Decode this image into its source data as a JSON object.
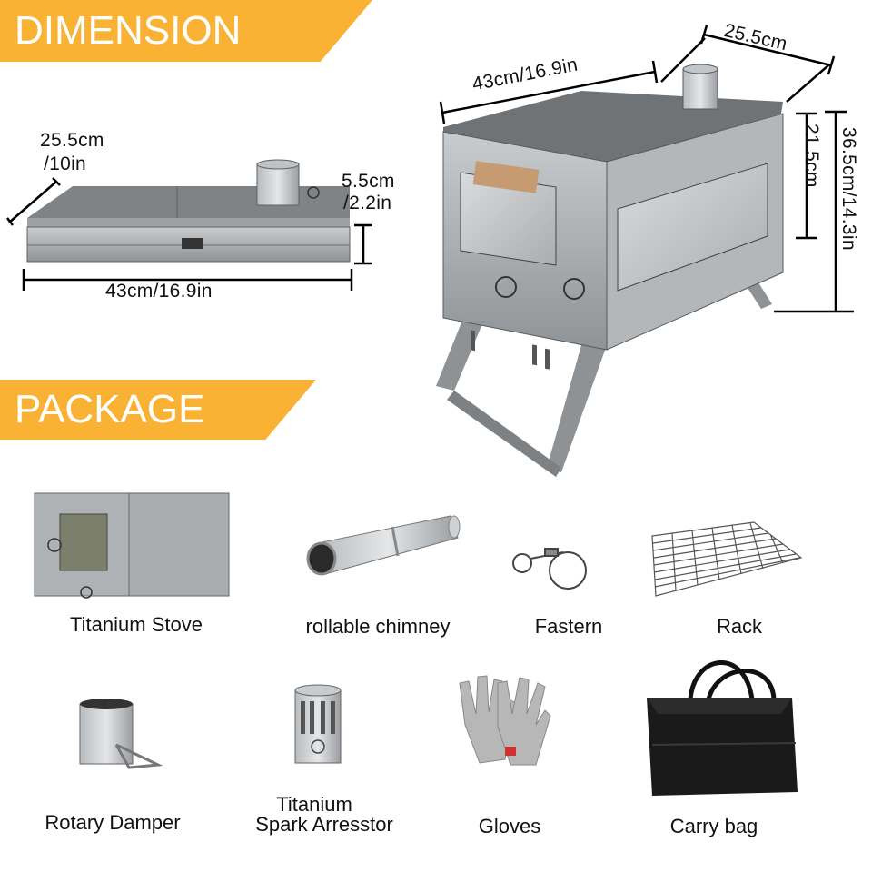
{
  "sections": {
    "dimension": "DIMENSION",
    "package": "PACKAGE"
  },
  "folded": {
    "depth_cm": "25.5cm",
    "depth_in": "/10in",
    "height_cm": "5.5cm",
    "height_in": "/2.2in",
    "length": "43cm/16.9in"
  },
  "assembled": {
    "length": "43cm/16.9in",
    "depth": "25.5cm",
    "body_height": "21.5cm",
    "total_height": "36.5cm/14.3in"
  },
  "package_items": [
    {
      "label": "Titanium  Stove",
      "icon": "stove-icon"
    },
    {
      "label": "rollable chimney",
      "icon": "chimney-icon"
    },
    {
      "label": "Fastern",
      "icon": "fastener-icon"
    },
    {
      "label": "Rack",
      "icon": "rack-icon"
    },
    {
      "label": "Rotary Damper",
      "icon": "damper-icon"
    },
    {
      "label": "Titanium",
      "label2": "Spark Arresstor",
      "icon": "spark-arrestor-icon"
    },
    {
      "label": "Gloves",
      "icon": "gloves-icon"
    },
    {
      "label": "Carry bag",
      "icon": "carry-bag-icon"
    }
  ],
  "colors": {
    "banner": "#f9b233",
    "metal": "#a8acaf",
    "metal_dark": "#6e7275"
  }
}
